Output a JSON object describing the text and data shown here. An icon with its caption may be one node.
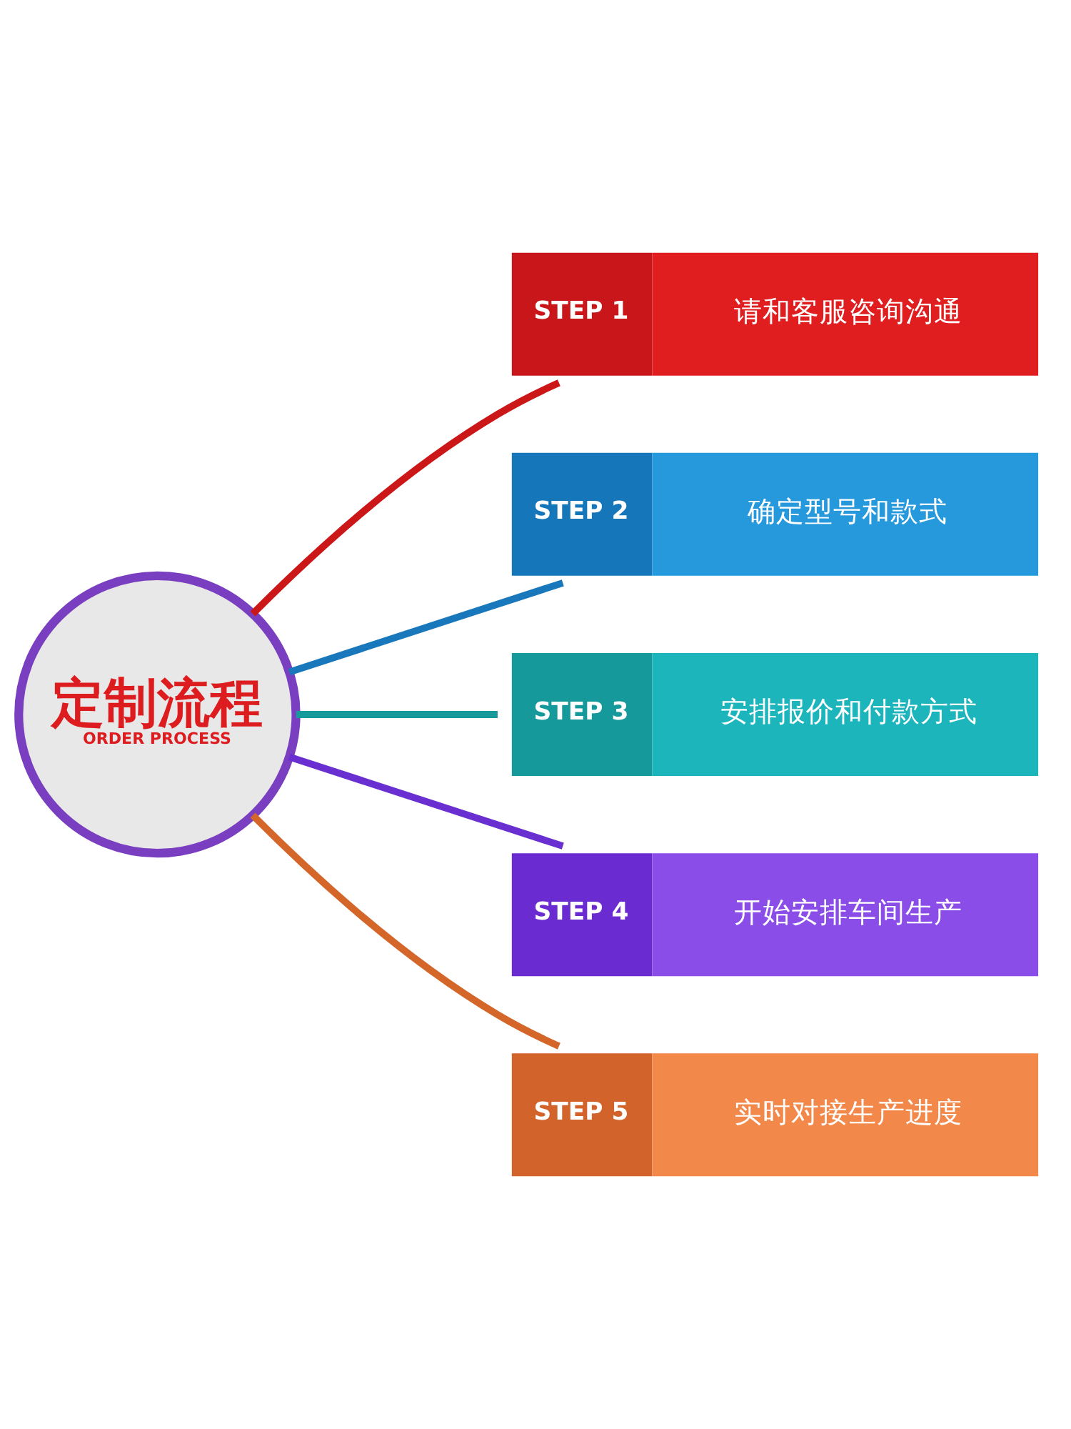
{
  "diagram": {
    "nodes": [
      {
        "text": [
          "定制流程",
          "ORDER PROCESS"
        ]
      },
      {
        "text": [
          "STEP 1",
          "请和客服咨询沟通"
        ]
      },
      {
        "text": [
          "STEP 2",
          "确定型号和款式"
        ]
      },
      {
        "text": [
          "STEP 3",
          "安排报价和付款方式"
        ]
      },
      {
        "text": [
          "STEP 4",
          "开始安排车间生产"
        ]
      },
      {
        "text": [
          "STEP 5",
          "实时对接生产进度"
        ]
      }
    ],
    "edges": [
      {
        "from": 0,
        "to": 1,
        "arrow": "none",
        "color": "#cc1719"
      },
      {
        "from": 0,
        "to": 2,
        "arrow": "none",
        "color": "#1878bb"
      },
      {
        "from": 0,
        "to": 3,
        "arrow": "none",
        "color": "#16999a"
      },
      {
        "from": 0,
        "to": 4,
        "arrow": "none",
        "color": "#6a2fd0"
      },
      {
        "from": 0,
        "to": 5,
        "arrow": "none",
        "color": "#d4662a"
      }
    ]
  }
}
